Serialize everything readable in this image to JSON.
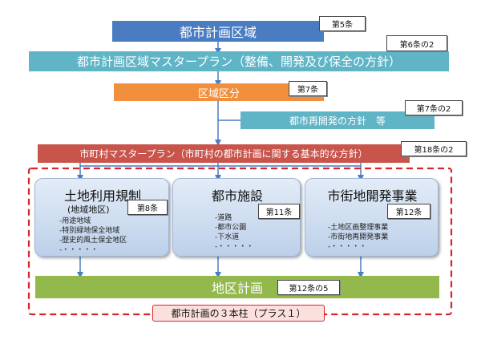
{
  "colors": {
    "dark_blue": "#4a7cc2",
    "teal": "#5fb4c6",
    "orange": "#f28f3c",
    "red": "#c8544b",
    "green": "#93b84c",
    "dashed_red": "#d9252a",
    "card_fill": "#d5e2f2",
    "pill_fill": "#fbe0de"
  },
  "top": {
    "label": "都市計画区域",
    "article": "第5条"
  },
  "master": {
    "label": "都市計画区域マスタープラン（整備、開発及び保全の方針）",
    "article": "第6条の2"
  },
  "zoning": {
    "label": "区域区分",
    "article": "第7条"
  },
  "redevelopment": {
    "label": "都市再開発の方針　等",
    "article": "第7条の2"
  },
  "municipal": {
    "label": "市町村マスタープラン（市町村の都市計画に関する基本的な方針）",
    "article": "第18条の2"
  },
  "pillars": [
    {
      "title": "土地利用規制",
      "subtitle": "(地域地区)",
      "article": "第8条",
      "items": [
        "-用途地域",
        "-特別緑地保全地域",
        "-歴史的風土保全地区",
        "-・・・・・"
      ]
    },
    {
      "title": "都市施設",
      "subtitle": "",
      "article": "第11条",
      "items": [
        "-道路",
        "-都市公園",
        "-下水道",
        "-・・・・・"
      ]
    },
    {
      "title": "市街地開発事業",
      "subtitle": "",
      "article": "第12条",
      "items": [
        "-土地区画整理事業",
        "-市街地再開発事業",
        "-・・・・・"
      ]
    }
  ],
  "district": {
    "label": "地区計画",
    "article": "第12条の5"
  },
  "footer": {
    "label": "都市計画の３本柱（プラス１）"
  }
}
